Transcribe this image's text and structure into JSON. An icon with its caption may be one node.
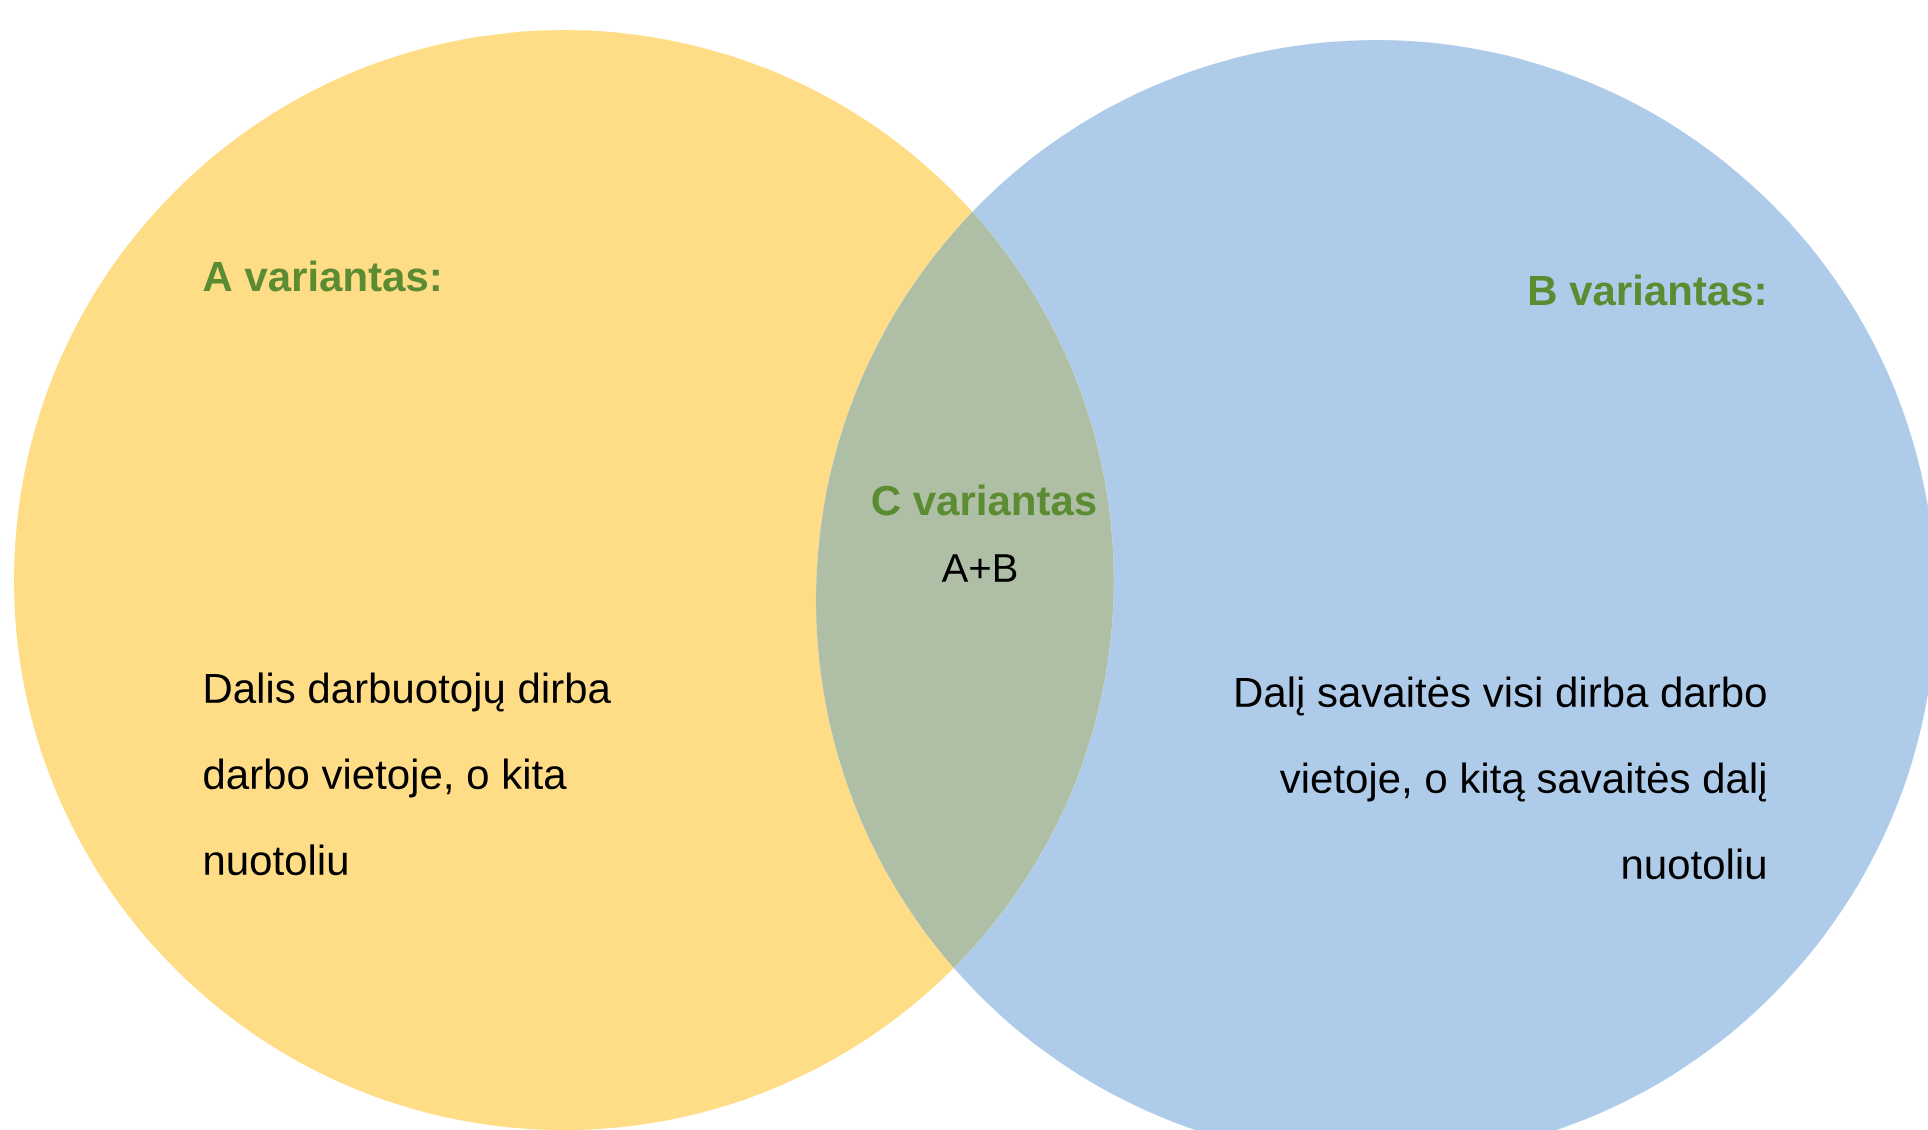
{
  "diagram": {
    "nodes": [
      {
        "text": [
          "A variantas:",
          "Dalis darbuotojų dirba darbo vietoje, o kita nuotoliu"
        ]
      },
      {
        "text": [
          "C variantas",
          "A+B"
        ]
      },
      {
        "text": [
          "B variantas:",
          "Dalį savaitės visi dirba darbo vietoje, o kitą savaitės dalį nuotoliu"
        ]
      }
    ]
  }
}
